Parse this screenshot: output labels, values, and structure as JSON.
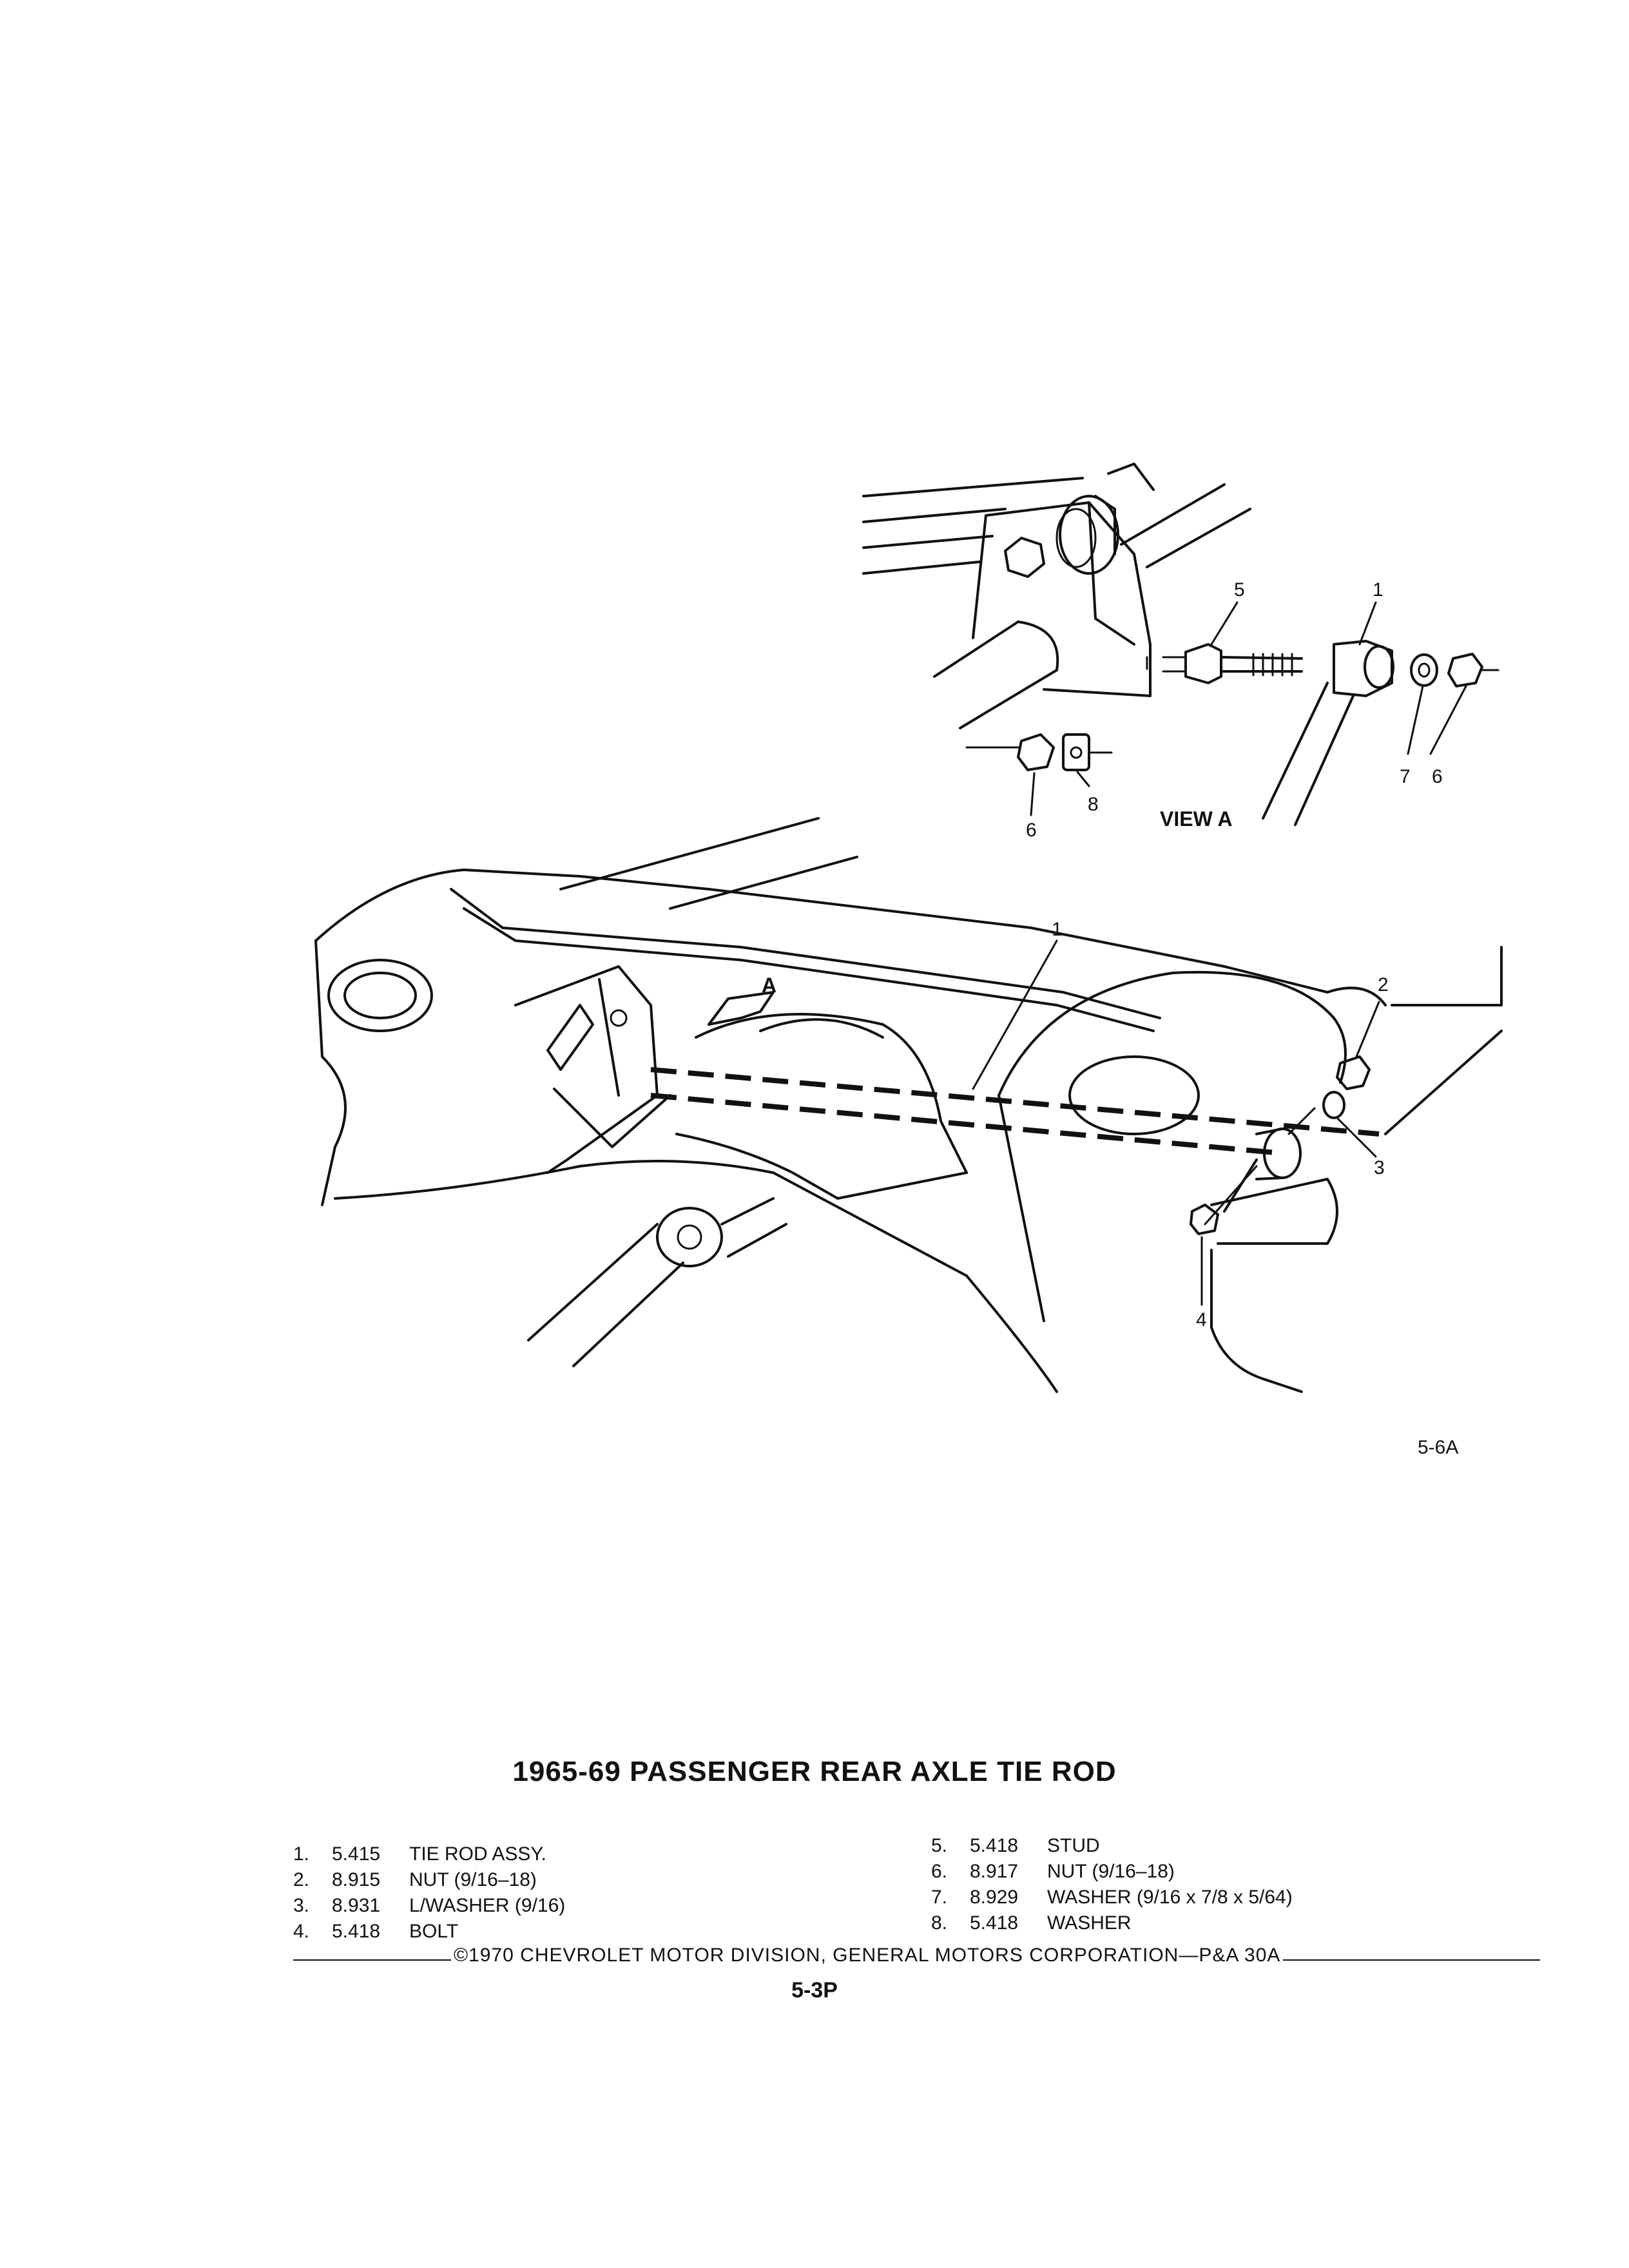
{
  "illustration": {
    "view_label": "VIEW A",
    "arrow_label": "A",
    "figure_code": "5-6A",
    "view_a_callouts": [
      "5",
      "1",
      "7",
      "6",
      "6",
      "8"
    ],
    "main_callouts": [
      "1",
      "2",
      "3",
      "4"
    ]
  },
  "title": "1965-69 PASSENGER REAR AXLE TIE ROD",
  "parts_left": [
    {
      "no": "1.",
      "code": "5.415",
      "desc": "TIE ROD ASSY."
    },
    {
      "no": "2.",
      "code": "8.915",
      "desc": "NUT (9/16–18)"
    },
    {
      "no": "3.",
      "code": "8.931",
      "desc": "L/WASHER (9/16)"
    },
    {
      "no": "4.",
      "code": "5.418",
      "desc": "BOLT"
    }
  ],
  "parts_right": [
    {
      "no": "5.",
      "code": "5.418",
      "desc": "STUD"
    },
    {
      "no": "6.",
      "code": "8.917",
      "desc": "NUT (9/16–18)"
    },
    {
      "no": "7.",
      "code": "8.929",
      "desc": "WASHER (9/16 x 7/8 x 5/64)"
    },
    {
      "no": "8.",
      "code": "5.418",
      "desc": "WASHER"
    }
  ],
  "footer": "©1970 CHEVROLET MOTOR DIVISION, GENERAL MOTORS CORPORATION—P&A 30A",
  "page_number": "5-3P"
}
